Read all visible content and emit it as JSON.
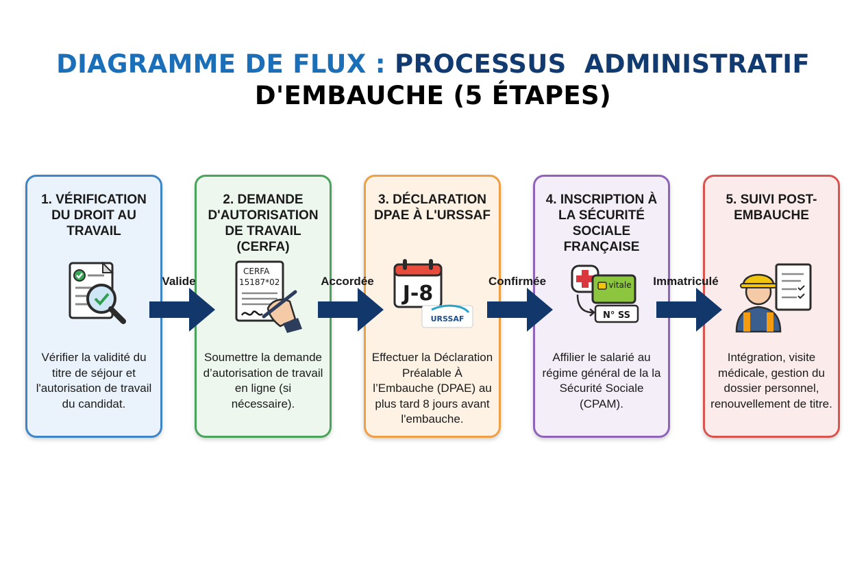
{
  "title": {
    "line1_a": "DIAGRAMME DE FLUX : ",
    "line1_b": "PROCESSUS  ADMINISTRATIF",
    "line2": "D'EMBAUCHE (5 ÉTAPES)"
  },
  "steps": [
    {
      "title": "1. VÉRIFICATION DU DROIT AU TRAVAIL",
      "description": "Vérifier la validité du titre de séjour et l'autorisation de travail du candidat.",
      "icon": "document-magnifier-check-icon",
      "color": "#3d85c6"
    },
    {
      "title": "2. DEMANDE D'AUTORISATION DE TRAVAIL (CERFA)",
      "description": "Soumettre la demande d’autorisation de travail en ligne (si nécessaire).",
      "icon": "cerfa-form-signature-icon",
      "icon_text": [
        "CERFA",
        "15187*02"
      ],
      "color": "#4aa35a"
    },
    {
      "title": "3. DÉCLARATION DPAE À L'URSSAF",
      "description": "Effectuer la Déclaration Préalable À l’Embauche (DPAE) au plus tard 8 jours avant l'embauche.",
      "icon": "calendar-urssaf-icon",
      "icon_text": [
        "J-8",
        "URSSAF"
      ],
      "color": "#f0a044"
    },
    {
      "title": "4. INSCRIPTION À LA SÉCURITÉ SOCIALE FRANÇAISE",
      "description": "Affilier le salarié au régime général de la la Sécurité Sociale (CPAM).",
      "icon": "vitale-card-icon",
      "icon_text": [
        "vitale",
        "N° SS"
      ],
      "color": "#8e63b8"
    },
    {
      "title": "5. SUIVI POST-EMBAUCHE",
      "description": "Intégration, visite médicale, gestion du dossier personnel, renouvellement de titre.",
      "icon": "worker-checklist-icon",
      "color": "#d9534f"
    }
  ],
  "connectors": [
    {
      "label": "Valide"
    },
    {
      "label": "Accordée"
    },
    {
      "label": "Confirmée"
    },
    {
      "label": "Immatriculé"
    }
  ],
  "colors": {
    "title_light": "#1b6fb8",
    "title_dark": "#113b70",
    "arrow": "#12376b"
  }
}
